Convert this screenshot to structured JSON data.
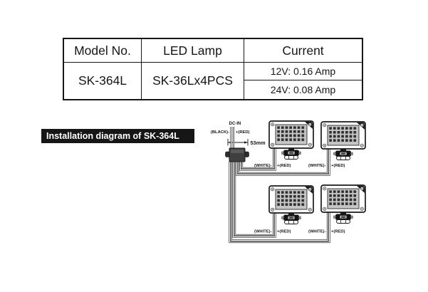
{
  "table": {
    "headers": [
      "Model No.",
      "LED Lamp",
      "Current"
    ],
    "model": "SK-364L",
    "led_lamp": "SK-36Lx4PCS",
    "current": [
      "12V: 0.16 Amp",
      "24V: 0.08 Amp"
    ]
  },
  "caption": "Installation diagram of SK-364L",
  "diagram": {
    "dc_in_label": "DC-IN",
    "black_label": "(BLACK)-",
    "red_label": "+(RED)",
    "dimension_label": "53mm",
    "lamps": [
      {
        "position": "top-left",
        "neg_label": "(WHITE)-",
        "pos_label": "+(RED)"
      },
      {
        "position": "top-right",
        "neg_label": "(WHITE)-",
        "pos_label": "+(RED)"
      },
      {
        "position": "bottom-left",
        "neg_label": "(WHITE)-",
        "pos_label": "+(RED)"
      },
      {
        "position": "bottom-right",
        "neg_label": "(WHITE)-",
        "pos_label": "+(RED)"
      }
    ]
  },
  "colors": {
    "ink": "#161616",
    "wire_outline": "#1a1a1a",
    "lamp_panel": "#c6c6c6",
    "led_square": "#2e2e2e",
    "connector_body": "#3f3f3f",
    "caption_bg": "#161616",
    "caption_text": "#ffffff"
  }
}
